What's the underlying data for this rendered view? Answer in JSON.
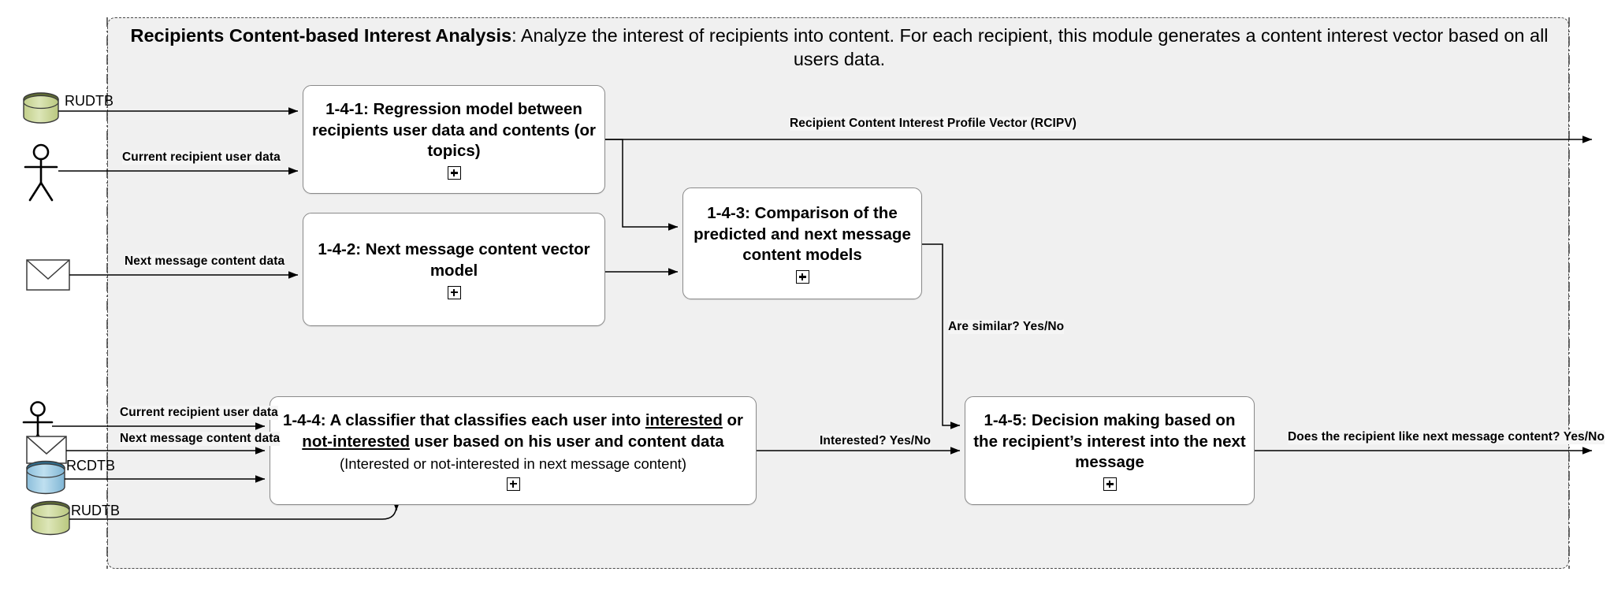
{
  "diagram": {
    "title_bold": "Recipients Content-based Interest Analysis",
    "title_rest": ": Analyze the interest of recipients into content. For each recipient, this module generates a content interest vector based on all users data.",
    "frame_style": "dash-dot rounded rectangle",
    "background_color": "#f0f0f0",
    "box_fill": "#ffffff",
    "box_border": "#8a8a8a"
  },
  "boxes": [
    {
      "id": "1-4-1",
      "title": "1-4-1: Regression model between recipients user data and contents (or topics)",
      "subtitle": "",
      "expand": "+"
    },
    {
      "id": "1-4-2",
      "title": "1-4-2: Next message content vector model",
      "subtitle": "",
      "expand": "+"
    },
    {
      "id": "1-4-3",
      "title": "1-4-3: Comparison of the predicted and next message content models",
      "subtitle": "",
      "expand": "+"
    },
    {
      "id": "1-4-4",
      "title_part1": "1-4-4: A classifier that classifies each user into ",
      "title_underline1": "interested",
      "title_part2": " or ",
      "title_underline2": "not-interested",
      "title_part3": " user based on his user and content data",
      "subtitle": "(Interested or not-interested in next message content)",
      "expand": "+"
    },
    {
      "id": "1-4-5",
      "title": "1-4-5: Decision making based on the recipient’s interest into the next message",
      "subtitle": "",
      "expand": "+"
    }
  ],
  "datastores": [
    {
      "name": "RUDTB",
      "shape": "cylinder",
      "color": "#ccd89a",
      "position": "top-left"
    },
    {
      "name": "RCDTB",
      "shape": "cylinder",
      "color": "#9cc9e0",
      "position": "bottom-left"
    },
    {
      "name": "RUDTB",
      "shape": "cylinder",
      "color": "#ccd89a",
      "position": "bottom-left-2"
    }
  ],
  "actors": [
    {
      "name": "recipient-actor-top",
      "shape": "stick-figure"
    },
    {
      "name": "recipient-actor-bottom",
      "shape": "stick-figure"
    }
  ],
  "messages": [
    {
      "name": "envelope-top",
      "shape": "envelope"
    },
    {
      "name": "envelope-bottom",
      "shape": "envelope"
    }
  ],
  "edge_labels": {
    "current_recipient_user_data_top": "Current recipient user data",
    "next_message_content_data_top": "Next message content data",
    "rcipv_output": "Recipient Content Interest Profile Vector (RCIPV)",
    "are_similar": "Are similar? Yes/No",
    "current_recipient_user_data_bottom": "Current recipient user data",
    "next_message_content_data_bottom": "Next message content data",
    "interested": "Interested? Yes/No",
    "final_output": "Does the recipient like next message content? Yes/No"
  },
  "store_labels": {
    "rudtb_top": "RUDTB",
    "rcdtb_bottom": "RCDTB",
    "rudtb_bottom": "RUDTB"
  }
}
